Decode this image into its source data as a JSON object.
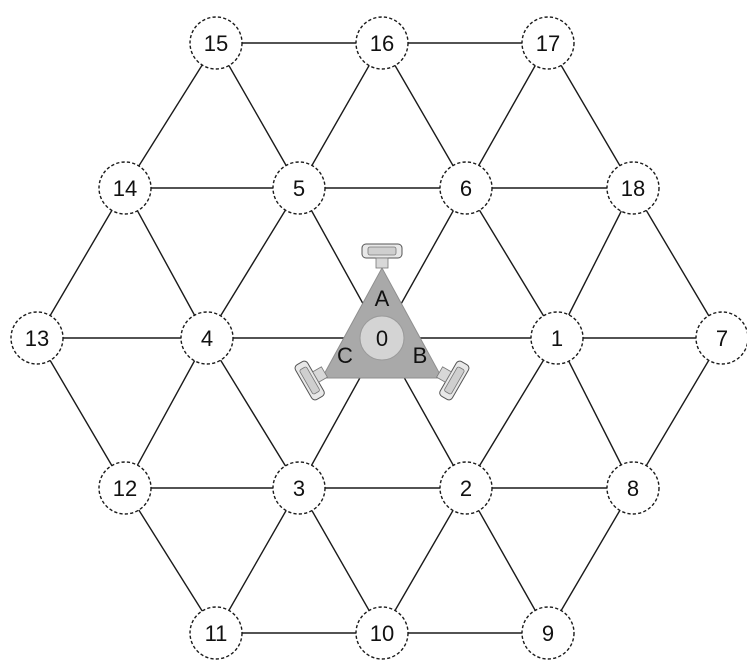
{
  "diagram": {
    "nodes": [
      {
        "id": "0",
        "label": "0"
      },
      {
        "id": "1",
        "label": "1"
      },
      {
        "id": "2",
        "label": "2"
      },
      {
        "id": "3",
        "label": "3"
      },
      {
        "id": "4",
        "label": "4"
      },
      {
        "id": "5",
        "label": "5"
      },
      {
        "id": "6",
        "label": "6"
      },
      {
        "id": "7",
        "label": "7"
      },
      {
        "id": "8",
        "label": "8"
      },
      {
        "id": "9",
        "label": "9"
      },
      {
        "id": "10",
        "label": "10"
      },
      {
        "id": "11",
        "label": "11"
      },
      {
        "id": "12",
        "label": "12"
      },
      {
        "id": "13",
        "label": "13"
      },
      {
        "id": "14",
        "label": "14"
      },
      {
        "id": "15",
        "label": "15"
      },
      {
        "id": "16",
        "label": "16"
      },
      {
        "id": "17",
        "label": "17"
      },
      {
        "id": "18",
        "label": "18"
      }
    ],
    "edges": [
      [
        "15",
        "16"
      ],
      [
        "16",
        "17"
      ],
      [
        "14",
        "5"
      ],
      [
        "5",
        "6"
      ],
      [
        "6",
        "18"
      ],
      [
        "13",
        "4"
      ],
      [
        "4",
        "0"
      ],
      [
        "0",
        "1"
      ],
      [
        "1",
        "7"
      ],
      [
        "12",
        "3"
      ],
      [
        "3",
        "2"
      ],
      [
        "2",
        "8"
      ],
      [
        "11",
        "10"
      ],
      [
        "10",
        "9"
      ],
      [
        "15",
        "14"
      ],
      [
        "15",
        "5"
      ],
      [
        "16",
        "5"
      ],
      [
        "16",
        "6"
      ],
      [
        "17",
        "6"
      ],
      [
        "17",
        "18"
      ],
      [
        "14",
        "13"
      ],
      [
        "14",
        "4"
      ],
      [
        "5",
        "4"
      ],
      [
        "5",
        "0"
      ],
      [
        "6",
        "0"
      ],
      [
        "6",
        "1"
      ],
      [
        "18",
        "1"
      ],
      [
        "18",
        "7"
      ],
      [
        "13",
        "12"
      ],
      [
        "4",
        "12"
      ],
      [
        "4",
        "3"
      ],
      [
        "0",
        "3"
      ],
      [
        "0",
        "2"
      ],
      [
        "1",
        "2"
      ],
      [
        "1",
        "8"
      ],
      [
        "7",
        "8"
      ],
      [
        "12",
        "11"
      ],
      [
        "3",
        "11"
      ],
      [
        "3",
        "10"
      ],
      [
        "2",
        "10"
      ],
      [
        "2",
        "9"
      ],
      [
        "8",
        "9"
      ]
    ],
    "robot": {
      "wheel_labels": [
        "A",
        "B",
        "C"
      ],
      "body_color": "#a9a9a9",
      "hub_color": "#d4d4d4",
      "wheel_color": "#e8e8e8"
    }
  }
}
